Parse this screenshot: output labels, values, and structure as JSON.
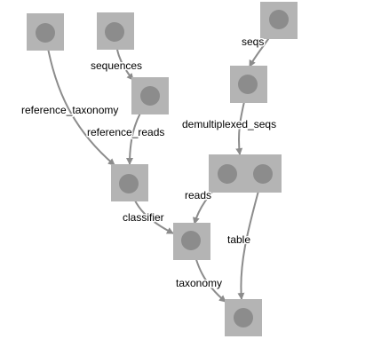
{
  "colors": {
    "node_box": "#b4b4b4",
    "node_port": "#8c8c8c",
    "edge": "#8c8c8c",
    "label": "#000000",
    "background": "#ffffff"
  },
  "nodes": [
    {
      "id": "n1",
      "ports": 1
    },
    {
      "id": "n2",
      "ports": 1
    },
    {
      "id": "n3",
      "ports": 1
    },
    {
      "id": "n4",
      "ports": 1
    },
    {
      "id": "n5",
      "ports": 1
    },
    {
      "id": "n6",
      "ports": 1
    },
    {
      "id": "n7",
      "ports": 1
    },
    {
      "id": "n8",
      "ports": 2
    },
    {
      "id": "n9",
      "ports": 1
    }
  ],
  "edges": [
    {
      "from": "n1",
      "to": "n2",
      "label": "seqs"
    },
    {
      "from": "n3",
      "to": "n4",
      "label": "sequences"
    },
    {
      "from": "n5",
      "to": "n6",
      "label": "reference_taxonomy"
    },
    {
      "from": "n4",
      "to": "n6",
      "label": "reference_reads"
    },
    {
      "from": "n2",
      "to": "n8",
      "label": "demultiplexed_seqs"
    },
    {
      "from": "n6",
      "to": "n7",
      "label": "classifier"
    },
    {
      "from": "n8",
      "to": "n7",
      "label": "reads"
    },
    {
      "from": "n8",
      "to": "n9",
      "label": "table"
    },
    {
      "from": "n7",
      "to": "n9",
      "label": "taxonomy"
    }
  ]
}
